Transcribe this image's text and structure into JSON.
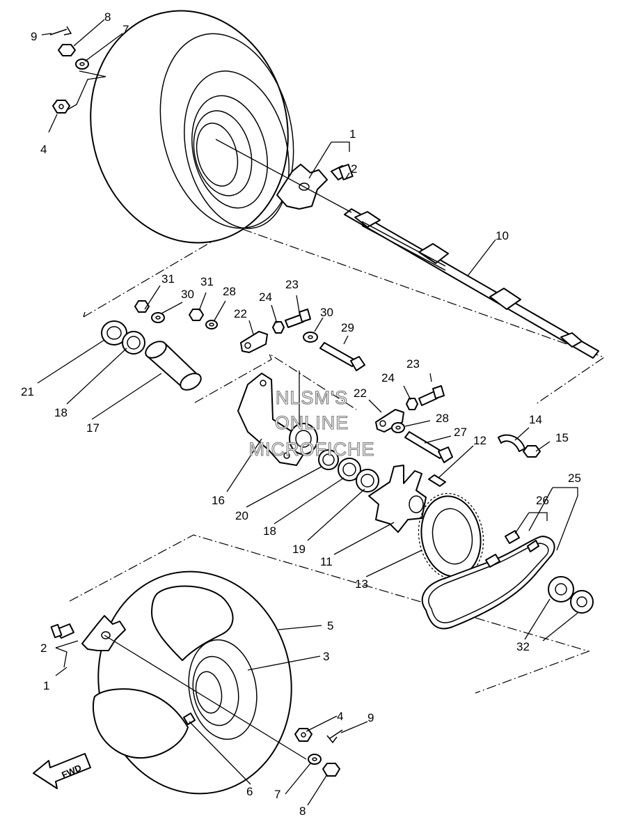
{
  "watermark": [
    "NLSM'S",
    "ONLINE",
    "MICROFICHE"
  ],
  "fwd_label": "FWD",
  "callouts": [
    {
      "id": "c9a",
      "text": "9"
    },
    {
      "id": "c8a",
      "text": "8"
    },
    {
      "id": "c7a",
      "text": "7"
    },
    {
      "id": "c4a",
      "text": "4"
    },
    {
      "id": "c1a",
      "text": "1"
    },
    {
      "id": "c2a",
      "text": "2"
    },
    {
      "id": "c10",
      "text": "10"
    },
    {
      "id": "c31a",
      "text": "31"
    },
    {
      "id": "c30a",
      "text": "30"
    },
    {
      "id": "c31b",
      "text": "31"
    },
    {
      "id": "c28a",
      "text": "28"
    },
    {
      "id": "c24a",
      "text": "24"
    },
    {
      "id": "c23a",
      "text": "23"
    },
    {
      "id": "c22a",
      "text": "22"
    },
    {
      "id": "c30b",
      "text": "30"
    },
    {
      "id": "c29",
      "text": "29"
    },
    {
      "id": "c23b",
      "text": "23"
    },
    {
      "id": "c24b",
      "text": "24"
    },
    {
      "id": "c22b",
      "text": "22"
    },
    {
      "id": "c28b",
      "text": "28"
    },
    {
      "id": "c27",
      "text": "27"
    },
    {
      "id": "c12",
      "text": "12"
    },
    {
      "id": "c14",
      "text": "14"
    },
    {
      "id": "c15",
      "text": "15"
    },
    {
      "id": "c25",
      "text": "25"
    },
    {
      "id": "c26",
      "text": "26"
    },
    {
      "id": "c21",
      "text": "21"
    },
    {
      "id": "c18a",
      "text": "18"
    },
    {
      "id": "c17",
      "text": "17"
    },
    {
      "id": "c16",
      "text": "16"
    },
    {
      "id": "c20",
      "text": "20"
    },
    {
      "id": "c18b",
      "text": "18"
    },
    {
      "id": "c19",
      "text": "19"
    },
    {
      "id": "c11",
      "text": "11"
    },
    {
      "id": "c13",
      "text": "13"
    },
    {
      "id": "c32",
      "text": "32"
    },
    {
      "id": "c5",
      "text": "5"
    },
    {
      "id": "c3",
      "text": "3"
    },
    {
      "id": "c2b",
      "text": "2"
    },
    {
      "id": "c1b",
      "text": "1"
    },
    {
      "id": "c4b",
      "text": "4"
    },
    {
      "id": "c9b",
      "text": "9"
    },
    {
      "id": "c6",
      "text": "6"
    },
    {
      "id": "c7b",
      "text": "7"
    },
    {
      "id": "c8b",
      "text": "8"
    }
  ]
}
